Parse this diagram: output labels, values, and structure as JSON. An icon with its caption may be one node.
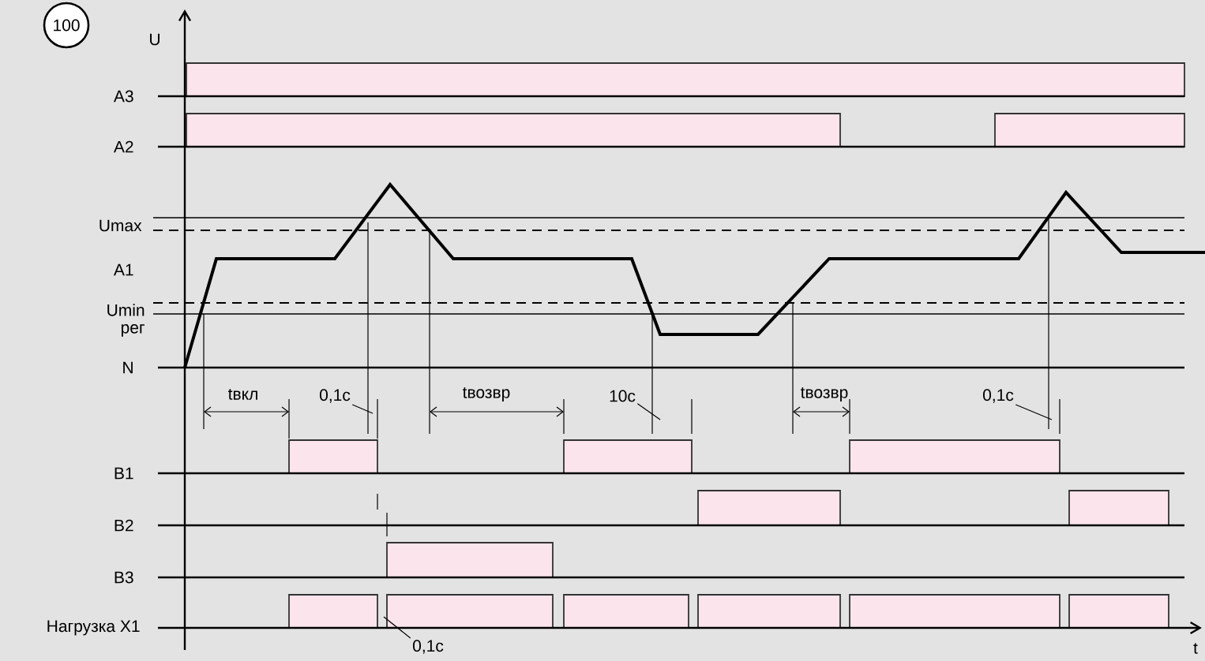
{
  "diagram": {
    "nodes": [
      {
        "text": [
          "0,1с"
        ]
      },
      {
        "text": [
          "10с"
        ]
      },
      {
        "text": [
          "0,1с"
        ]
      },
      {
        "text": [
          "0,1с"
        ]
      }
    ],
    "edges": [
      {
        "from": 0,
        "to": null,
        "arrow": "none"
      },
      {
        "from": 1,
        "to": null,
        "arrow": "none"
      },
      {
        "from": 2,
        "to": null,
        "arrow": "none"
      },
      {
        "from": 3,
        "to": null,
        "arrow": "none"
      }
    ],
    "labels": [
      "100",
      "U",
      "A3",
      "A2",
      "Umax",
      "A1",
      "Umin рег",
      "N",
      "tвкл",
      "tвозвр",
      "tвозвр",
      "B1",
      "B2",
      "B3",
      "Нагрузка X1",
      "t"
    ]
  }
}
